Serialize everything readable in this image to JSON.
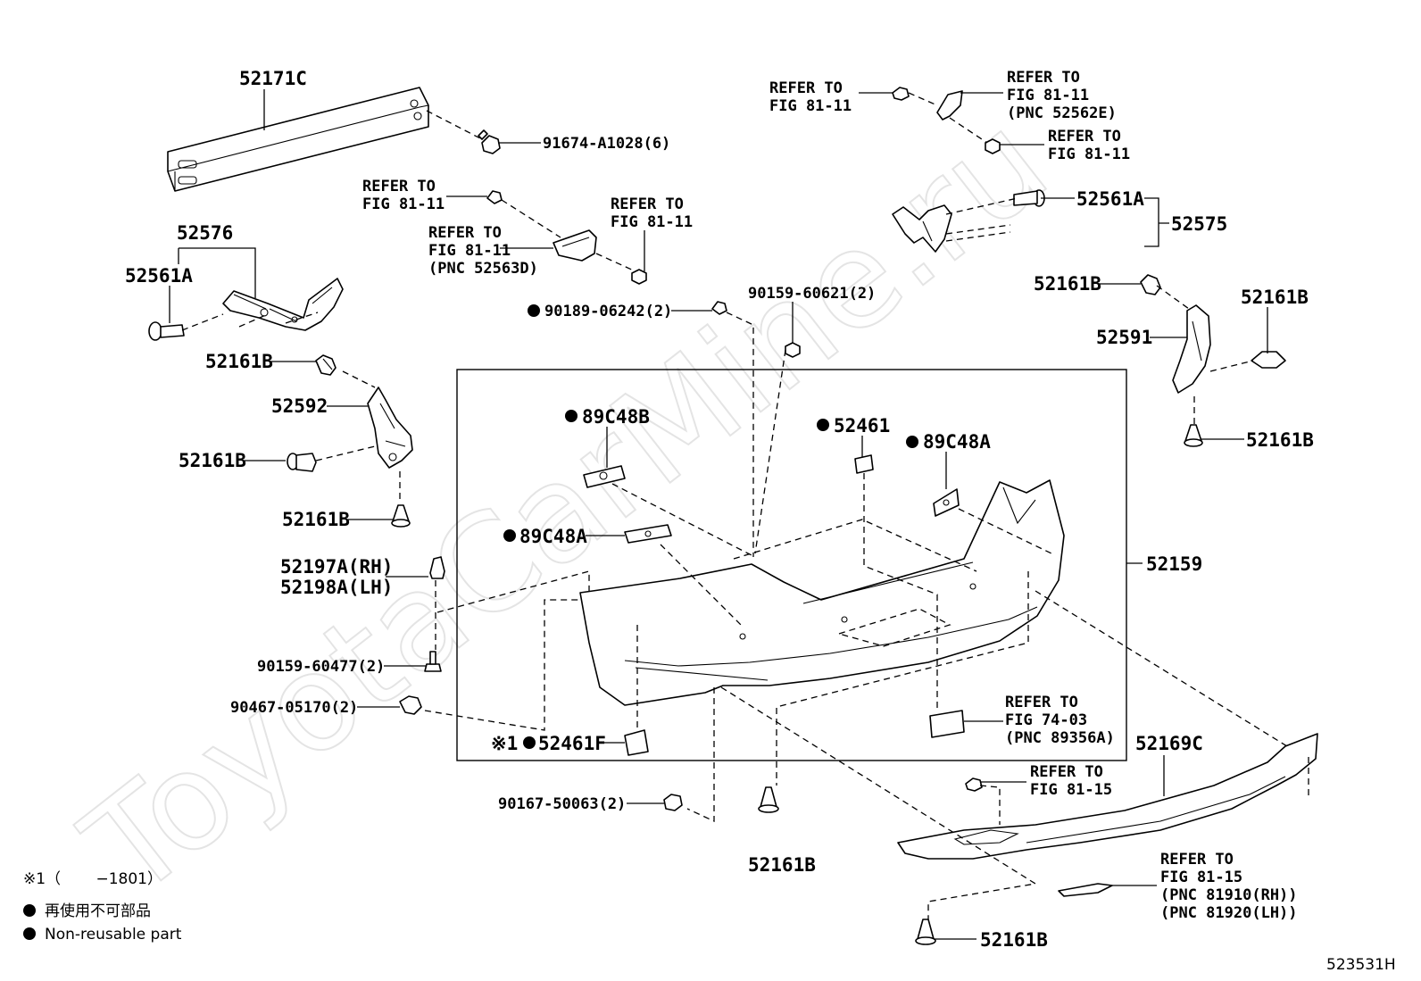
{
  "watermark": "ToyotaCarMine.ru",
  "diagram_id": "523531H",
  "legend": {
    "footnote_mark": "※1",
    "footnote_text": "※1（　　 −1801）",
    "nonreusable_jp": "再使用不可部品",
    "nonreusable_en": "Non-reusable part"
  },
  "labels": {
    "p52171C": "52171C",
    "p91674": "91674-A1028(6)",
    "p52576": "52576",
    "p52561A_left": "52561A",
    "p52161B_l1": "52161B",
    "p52592": "52592",
    "p52161B_l2": "52161B",
    "p52161B_l3": "52161B",
    "p52197A": "52197A(RH)",
    "p52198A": "52198A(LH)",
    "p90159_60477": "90159-60477(2)",
    "p90467": "90467-05170(2)",
    "p52461F": "52461F",
    "p90167": "90167-50063(2)",
    "p52161B_bottom": "52161B",
    "ref_mid_a1": "REFER TO",
    "ref_mid_a2": "FIG 81-11",
    "ref_mid_b1": "REFER TO",
    "ref_mid_b2": "FIG 81-11",
    "ref_mid_b3": "(PNC 52563D)",
    "ref_mid_c1": "REFER TO",
    "ref_mid_c2": "FIG 81-11",
    "p90189": "90189-06242(2)",
    "p90159_60621": "90159-60621(2)",
    "p89C48B": "89C48B",
    "p52461": "52461",
    "p89C48A_right": "89C48A",
    "p89C48A_left": "89C48A",
    "p52159": "52159",
    "ref_7403_1": "REFER TO",
    "ref_7403_2": "FIG 74-03",
    "ref_7403_3": "(PNC 89356A)",
    "ref_top_a1": "REFER TO",
    "ref_top_a2": "FIG 81-11",
    "ref_top_b1": "REFER TO",
    "ref_top_b2": "FIG 81-11",
    "ref_top_b3": "(PNC 52562E)",
    "ref_top_c1": "REFER TO",
    "ref_top_c2": "FIG 81-11",
    "p52561A_right": "52561A",
    "p52575": "52575",
    "p52161B_r1": "52161B",
    "p52161B_r2": "52161B",
    "p52591": "52591",
    "p52161B_r3": "52161B",
    "p52169C": "52169C",
    "ref_8115_a1": "REFER TO",
    "ref_8115_a2": "FIG 81-15",
    "ref_8115_b1": "REFER TO",
    "ref_8115_b2": "FIG 81-15",
    "ref_8115_b3": "(PNC 81910(RH))",
    "ref_8115_b4": "(PNC 81920(LH))",
    "p52161B_br": "52161B"
  }
}
